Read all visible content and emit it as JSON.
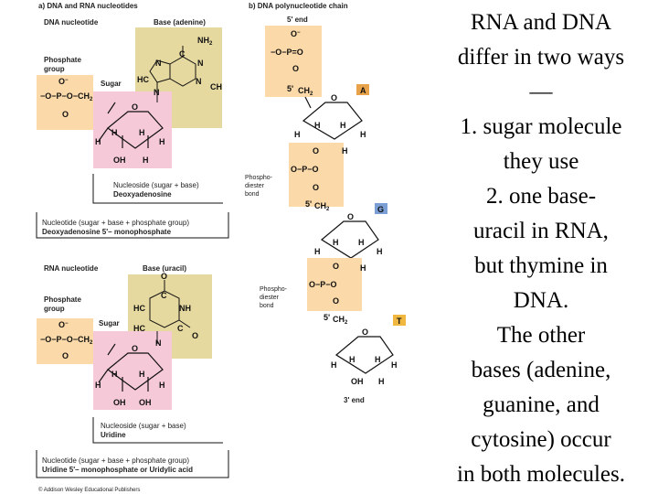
{
  "panel_a": {
    "heading": "a)  DNA and RNA nucleotides",
    "dna": {
      "title": "DNA nucleotide",
      "base_label": "Base (adenine)",
      "phosphate_line1": "Phosphate",
      "phosphate_line2": "group",
      "sugar_label": "Sugar",
      "nucleoside_line1": "Nucleoside (sugar + base)",
      "nucleoside_line2": "Deoxyadenosine",
      "nucleotide_line1": "Nucleotide (sugar + base + phosphate group)",
      "nucleotide_line2": "Deoxyadenosine 5'– monophosphate"
    },
    "rna": {
      "title": "RNA nucleotide",
      "base_label": "Base (uracil)",
      "phosphate_line1": "Phosphate",
      "phosphate_line2": "group",
      "sugar_label": "Sugar",
      "nucleoside_line1": "Nucleoside (sugar + base)",
      "nucleoside_line2": "Uridine",
      "nucleotide_line1": "Nucleotide (sugar + base + phosphate group)",
      "nucleotide_line2": "Uridine 5'– monophosphate or Uridylic acid"
    },
    "copyright": "© Addison Wesley Educational Publishers"
  },
  "panel_b": {
    "heading": "b)  DNA polynucleotide chain",
    "five_end": "5' end",
    "three_end": "3' end",
    "bond_line1": "Phospho-",
    "bond_line2": "diester",
    "bond_line3": "bond",
    "base_a": "A",
    "base_g": "G",
    "base_t": "T"
  },
  "slide_text": {
    "lines": [
      "RNA and DNA",
      "differ in two ways",
      "—",
      "1. sugar molecule",
      "they use",
      "2. one base-",
      "uracil in RNA,",
      "but thymine in",
      "DNA.",
      "The other",
      "bases (adenine,",
      "guanine, and",
      "cytosine) occur",
      "in both molecules."
    ]
  },
  "colors": {
    "phosphate": "#fbd9a8",
    "base": "#e6d9a0",
    "sugar": "#f6c9d9",
    "tag_a": "#e8a24a",
    "tag_g": "#7b9fd4",
    "tag_t": "#f0b840"
  }
}
